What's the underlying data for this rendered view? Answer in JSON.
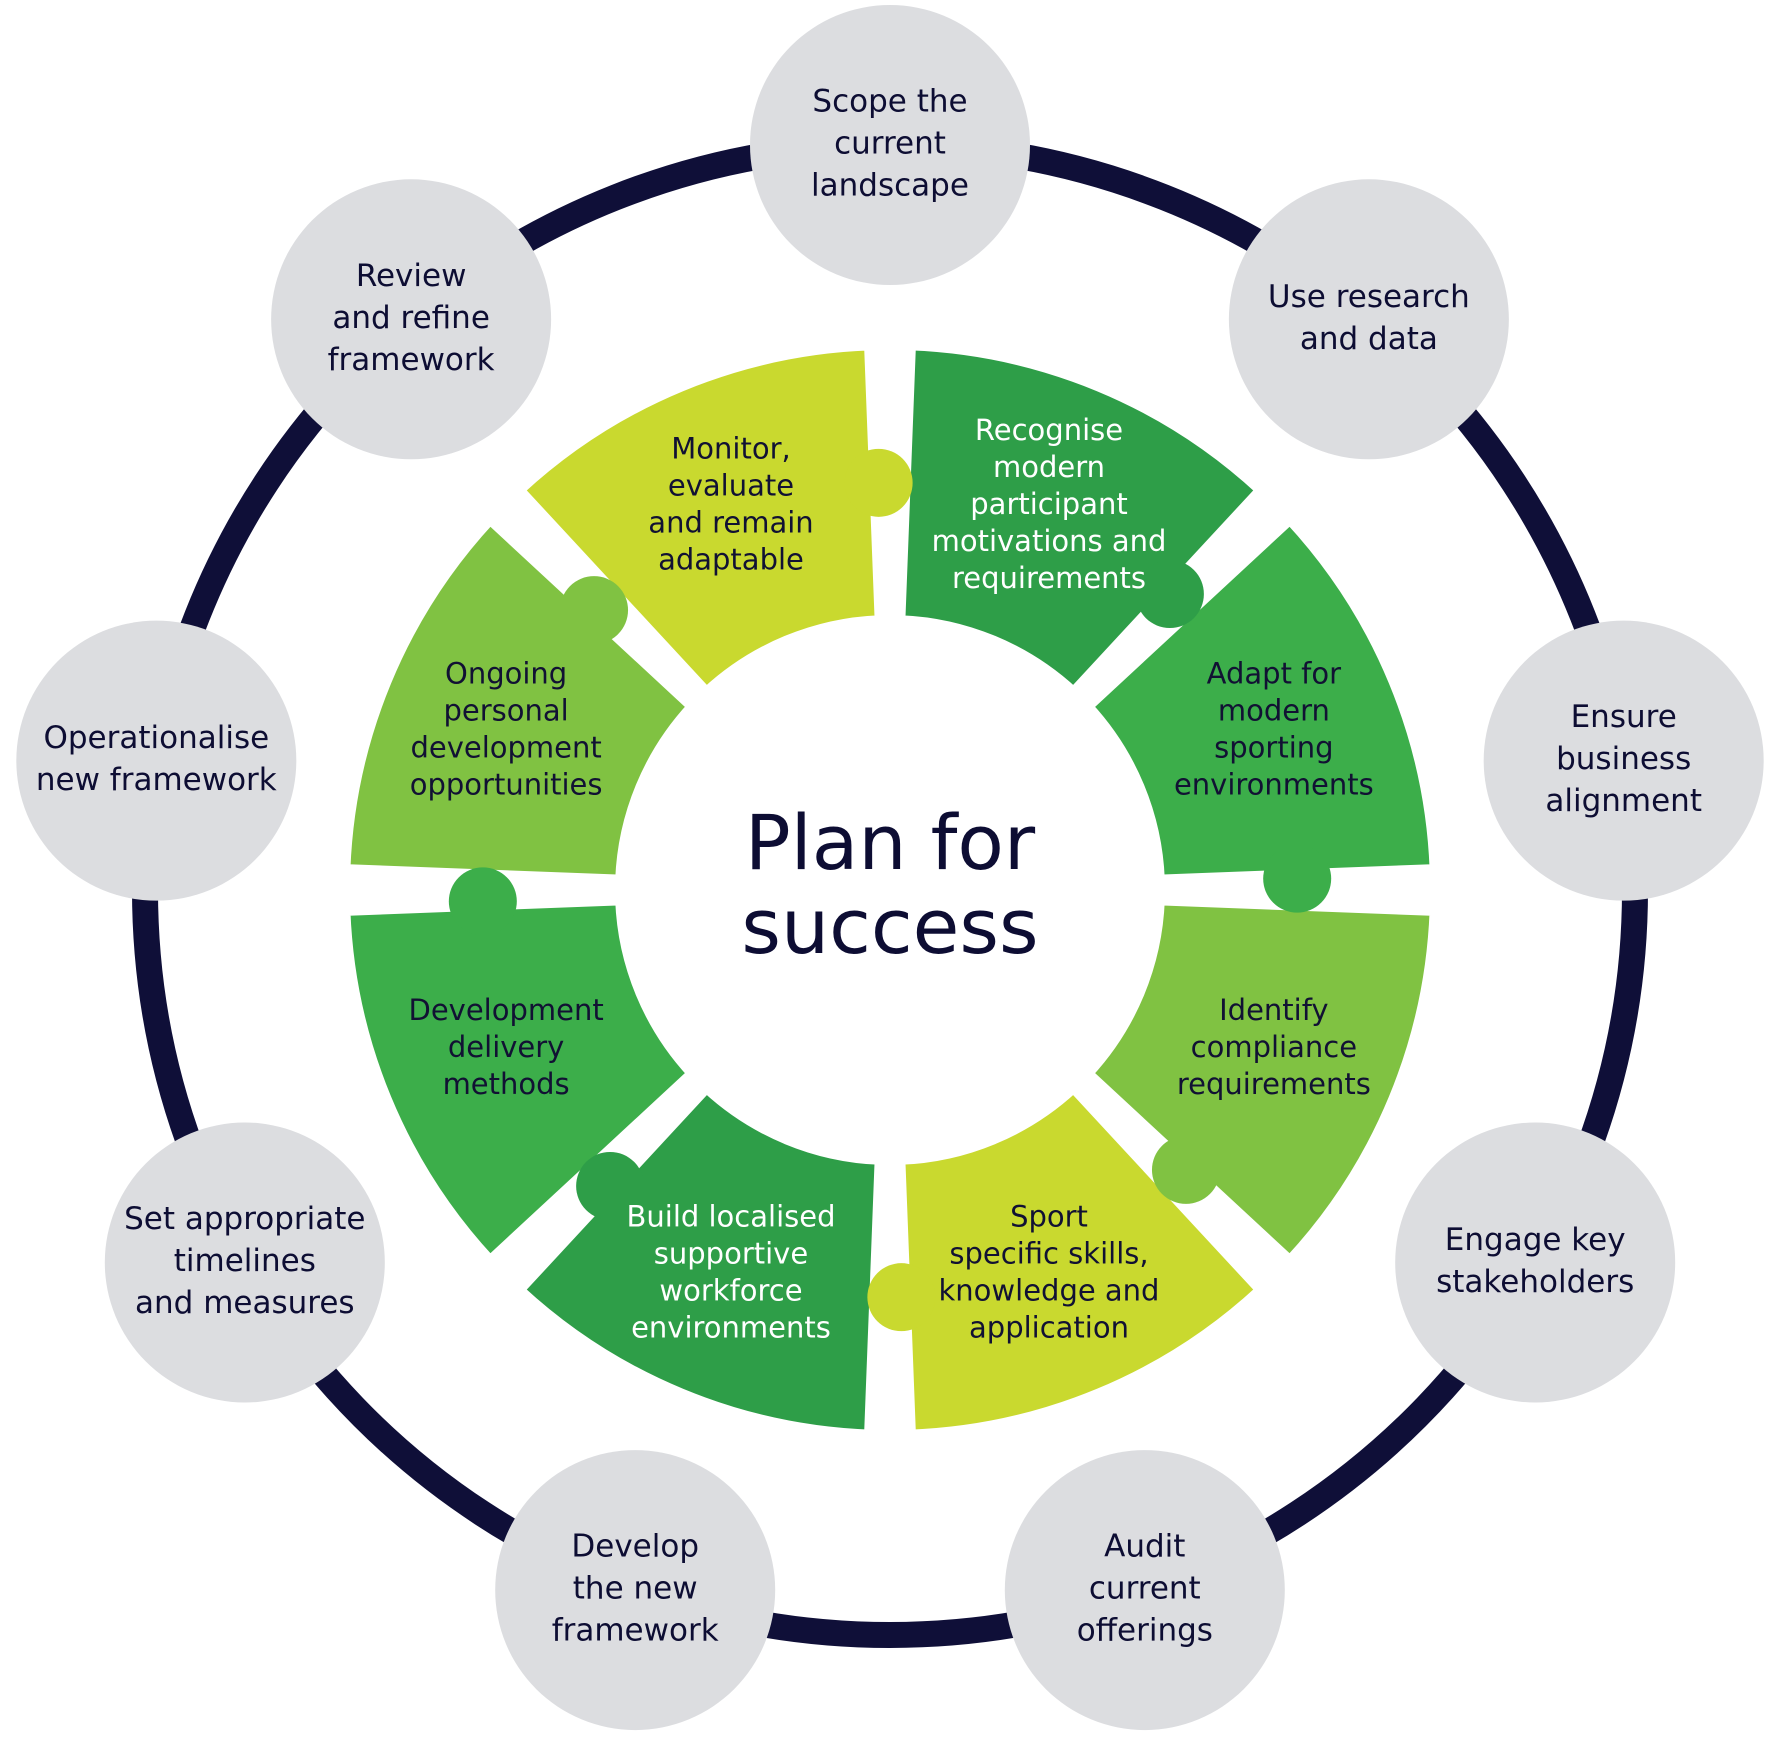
{
  "diagram": {
    "center_title": [
      "Plan for",
      "success"
    ],
    "outer_steps": [
      {
        "id": "scope",
        "lines": [
          "Scope the",
          "current",
          "landscape"
        ]
      },
      {
        "id": "research",
        "lines": [
          "Use research",
          "and data"
        ]
      },
      {
        "id": "alignment",
        "lines": [
          "Ensure",
          "business",
          "alignment"
        ]
      },
      {
        "id": "stakeholders",
        "lines": [
          "Engage key",
          "stakeholders"
        ]
      },
      {
        "id": "audit",
        "lines": [
          "Audit",
          "current",
          "offerings"
        ]
      },
      {
        "id": "develop",
        "lines": [
          "Develop",
          "the new",
          "framework"
        ]
      },
      {
        "id": "timelines",
        "lines": [
          "Set appropriate",
          "timelines",
          "and measures"
        ]
      },
      {
        "id": "operationalise",
        "lines": [
          "Operationalise",
          "new framework"
        ]
      },
      {
        "id": "review",
        "lines": [
          "Review",
          "and refine",
          "framework"
        ]
      }
    ],
    "inner_segments": [
      {
        "id": "recognise",
        "lines": [
          "Recognise",
          "modern",
          "participant",
          "motivations and",
          "requirements"
        ],
        "color": "#2e9e48",
        "text": "light"
      },
      {
        "id": "adapt",
        "lines": [
          "Adapt for",
          "modern",
          "sporting",
          "environments"
        ],
        "color": "#3cae4a",
        "text": "dark"
      },
      {
        "id": "compliance",
        "lines": [
          "Identify",
          "compliance",
          "requirements"
        ],
        "color": "#80c242",
        "text": "dark"
      },
      {
        "id": "sport-skills",
        "lines": [
          "Sport",
          "specific skills,",
          "knowledge and",
          "application"
        ],
        "color": "#c9d92f",
        "text": "dark"
      },
      {
        "id": "workforce",
        "lines": [
          "Build localised",
          "supportive",
          "workforce",
          "environments"
        ],
        "color": "#2e9e48",
        "text": "light"
      },
      {
        "id": "delivery",
        "lines": [
          "Development",
          "delivery",
          "methods"
        ],
        "color": "#3cae4a",
        "text": "dark"
      },
      {
        "id": "personal-dev",
        "lines": [
          "Ongoing",
          "personal",
          "development",
          "opportunities"
        ],
        "color": "#80c242",
        "text": "dark"
      },
      {
        "id": "monitor",
        "lines": [
          "Monitor,",
          "evaluate",
          "and remain",
          "adaptable"
        ],
        "color": "#c9d92f",
        "text": "dark"
      }
    ],
    "colors": {
      "ring": "#0f0f38",
      "outer_circle": "#dcdde0",
      "text_dark": "#0d0d33"
    }
  }
}
